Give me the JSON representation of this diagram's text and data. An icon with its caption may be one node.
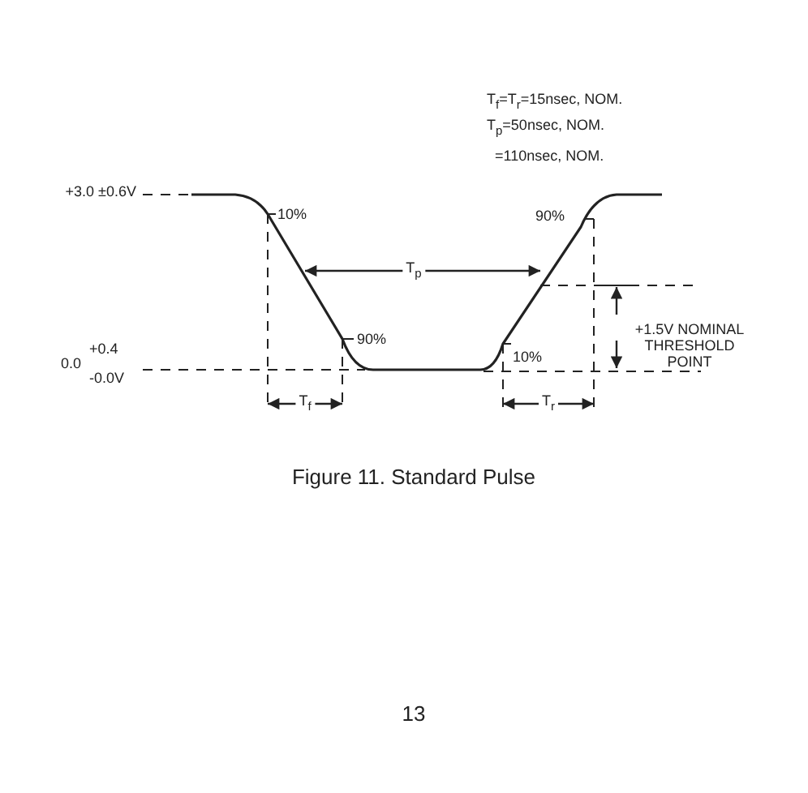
{
  "diagram": {
    "caption": "Figure 11. Standard Pulse",
    "labels": [
      "T$_{f}$=T$_{r}$=15nsec, NOM.",
      "T$_{p}$=50nsec, NOM.",
      "=110nsec, NOM.",
      "+3.0 ±0.6V",
      "10%",
      "90%",
      "T$_{p}$",
      "90%",
      "+1.5V NOMINAL THRESHOLD POINT",
      "0.0",
      "+0.4",
      "10%",
      "-0.0V",
      "T$_{f}$",
      "T$_{r}$",
      "13"
    ]
  }
}
